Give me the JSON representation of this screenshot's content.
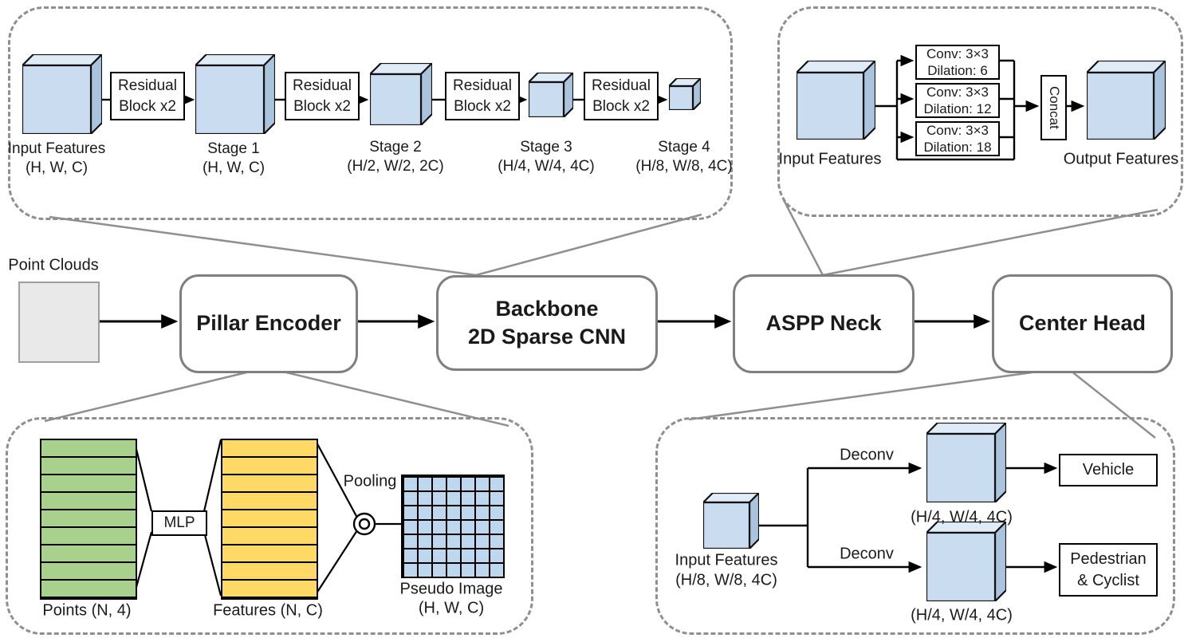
{
  "colors": {
    "cube_front": "#C9DCF0",
    "cube_top": "#DFEBF7",
    "cube_side": "#ABC4DE",
    "grid_blue": "#BDD7EE",
    "stack_green": "#A9D18E",
    "stack_yellow": "#FFD966",
    "dot_green": "#6FAE4E",
    "panel_dash_gray": "#8F8F8F",
    "box_border_gray": "#7F7F7F"
  },
  "backbone_panel": {
    "residual": {
      "line1": "Residual",
      "line2": "Block x2"
    },
    "stages": [
      {
        "label": "Input Features",
        "dims": "(H, W, C)"
      },
      {
        "label": "Stage 1",
        "dims": "(H, W, C)"
      },
      {
        "label": "Stage 2",
        "dims": "(H/2, W/2, 2C)"
      },
      {
        "label": "Stage 3",
        "dims": "(H/4, W/4, 4C)"
      },
      {
        "label": "Stage 4",
        "dims": "(H/8, W/8, 4C)"
      }
    ]
  },
  "aspp_panel": {
    "input_label": "Input Features",
    "convs": [
      {
        "line1": "Conv: 3×3",
        "line2": "Dilation: 6"
      },
      {
        "line1": "Conv: 3×3",
        "line2": "Dilation: 12"
      },
      {
        "line1": "Conv: 3×3",
        "line2": "Dilation: 18"
      }
    ],
    "concat_label": "Concat",
    "output_label": "Output Features"
  },
  "pipeline": {
    "point_clouds_label": "Point Clouds",
    "pillar_label": "Pillar Encoder",
    "backbone_line1": "Backbone",
    "backbone_line2": "2D Sparse CNN",
    "aspp_label": "ASPP Neck",
    "head_label": "Center Head"
  },
  "pillar_panel": {
    "points_label": "Points (N, 4)",
    "mlp_label": "MLP",
    "features_label": "Features (N, C)",
    "pooling_label": "Pooling",
    "pseudo_line1": "Pseudo Image",
    "pseudo_line2": "(H, W, C)"
  },
  "head_panel": {
    "input_label": "Input Features",
    "input_dims": "(H/8, W/8, 4C)",
    "deconv_label": "Deconv",
    "branch_dims": "(H/4, W/4, 4C)",
    "vehicle_label": "Vehicle",
    "pedestrian_line1": "Pedestrian",
    "pedestrian_line2": "& Cyclist"
  }
}
